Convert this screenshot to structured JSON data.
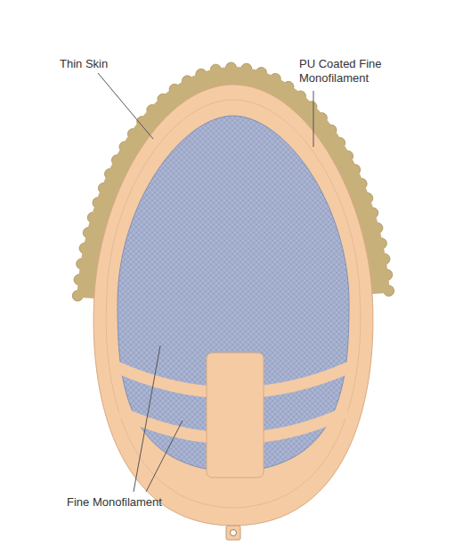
{
  "diagram": {
    "labels": [
      "Thin Skin",
      "PU Coated Fine Monofilament",
      "Fine Monofilament"
    ]
  }
}
